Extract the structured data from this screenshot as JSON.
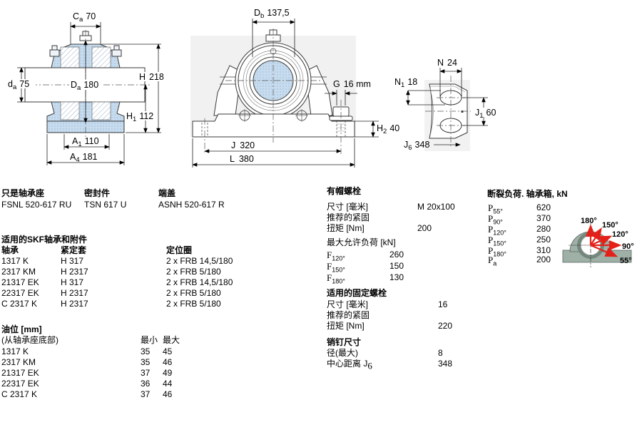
{
  "colors": {
    "section_fill_blue": "#c7dcee",
    "hatch_blue": "#9cb8d6",
    "backdrop_gray": "#f1f1f1",
    "housing_gray_green": "#9fb0a7",
    "arrow_red": "#e32119"
  },
  "dims": {
    "front": {
      "Ca": {
        "s": "C",
        "b": "a",
        "v": "70"
      },
      "da": {
        "s": "d",
        "b": "a",
        "v": "75"
      },
      "Da": {
        "s": "D",
        "b": "a",
        "v": "180"
      },
      "H": {
        "s": "H",
        "v": "218"
      },
      "H1": {
        "s": "H",
        "b": "1",
        "v": "112"
      },
      "A1": {
        "s": "A",
        "b": "1",
        "v": "110"
      },
      "A4": {
        "s": "A",
        "b": "4",
        "v": "181"
      }
    },
    "side": {
      "Db": {
        "s": "D",
        "b": "b",
        "v": "137,5"
      },
      "G": {
        "s": "G",
        "v": "16 mm"
      },
      "H2": {
        "s": "H",
        "b": "2",
        "v": "40"
      },
      "J": {
        "s": "J",
        "v": "320"
      },
      "L": {
        "s": "L",
        "v": "380"
      }
    },
    "end": {
      "N": {
        "s": "N",
        "v": "24"
      },
      "N1": {
        "s": "N",
        "b": "1",
        "v": "18"
      },
      "J1": {
        "s": "J",
        "b": "1",
        "v": "60"
      },
      "J6": {
        "s": "J",
        "b": "6",
        "v": "348"
      }
    }
  },
  "load_diagram": {
    "angles": [
      "180°",
      "150°",
      "120°",
      "90°",
      "55°"
    ]
  },
  "components": {
    "housing_label": "只是轴承座",
    "housing": "FSNL 520-617 RU",
    "seal_label": "密封件",
    "seal": "TSN 617 U",
    "cover_label": "端盖",
    "cover": "ASNH 520-617 R"
  },
  "bearings": {
    "title": "适用的SKF轴承和附件",
    "col_bearing": "轴承",
    "col_sleeve": "紧定套",
    "col_rings": "定位圈",
    "rows": [
      {
        "bearing": "1317 K",
        "sleeve": "H 317",
        "rings": "2 x FRB 14,5/180"
      },
      {
        "bearing": "2317 KM",
        "sleeve": "H 2317",
        "rings": "2 x FRB 5/180"
      },
      {
        "bearing": "21317 EK",
        "sleeve": "H 317",
        "rings": "2 x FRB 14,5/180"
      },
      {
        "bearing": "22317 EK",
        "sleeve": "H 2317",
        "rings": "2 x FRB 5/180"
      },
      {
        "bearing": "C 2317 K",
        "sleeve": "H 2317",
        "rings": "2 x FRB 5/180"
      }
    ]
  },
  "oil_level": {
    "title": "油位 [mm]",
    "subtitle": "(从轴承座底部)",
    "col_min": "最小",
    "col_max": "最大",
    "rows": [
      {
        "bearing": "1317 K",
        "min": "35",
        "max": "45"
      },
      {
        "bearing": "2317 KM",
        "min": "35",
        "max": "46"
      },
      {
        "bearing": "21317 EK",
        "min": "37",
        "max": "49"
      },
      {
        "bearing": "22317 EK",
        "min": "36",
        "max": "44"
      },
      {
        "bearing": "C 2317 K",
        "min": "37",
        "max": "46"
      }
    ]
  },
  "cap_bolts": {
    "title": "有帽螺栓",
    "size_label": "尺寸 [毫米]",
    "size": "M 20x100",
    "rec_label": "推荐的紧固",
    "torque_label": "扭矩 [Nm]",
    "torque": "200"
  },
  "max_load": {
    "title": "最大允许负荷 [kN]",
    "rows": [
      {
        "s": "F",
        "b": "120°",
        "v": "260"
      },
      {
        "s": "F",
        "b": "150°",
        "v": "150"
      },
      {
        "s": "F",
        "b": "180°",
        "v": "130"
      }
    ]
  },
  "fixing_bolts": {
    "title": "适用的固定螺栓",
    "size_label": "尺寸 [毫米]",
    "size": "16",
    "rec_label": "推荐的紧固",
    "torque_label": "扭矩 [Nm]",
    "torque": "220"
  },
  "pins": {
    "title": "销钉尺寸",
    "dia_label": "径(最大)",
    "dia": "8",
    "dist_label": "中心距离 J",
    "dist_sub": "6",
    "dist": "348"
  },
  "breaking_load": {
    "title": "断裂负荷. 轴承箱, kN",
    "rows": [
      {
        "s": "P",
        "b": "55°",
        "v": "620"
      },
      {
        "s": "P",
        "b": "90°",
        "v": "370"
      },
      {
        "s": "P",
        "b": "120°",
        "v": "280"
      },
      {
        "s": "P",
        "b": "150°",
        "v": "250"
      },
      {
        "s": "P",
        "b": "180°",
        "v": "310"
      },
      {
        "s": "P",
        "b": "a",
        "v": "200"
      }
    ]
  }
}
